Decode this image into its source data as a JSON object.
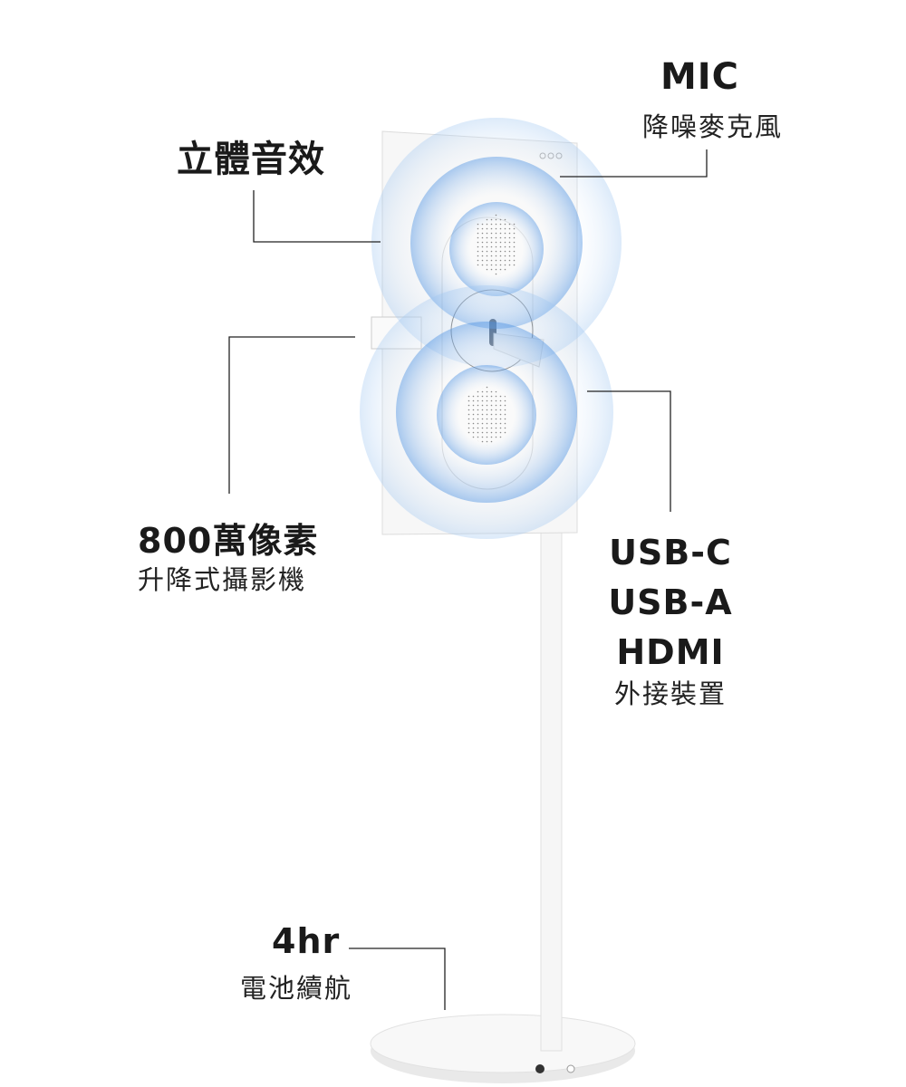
{
  "labels": {
    "stereo": {
      "title": "立體音效"
    },
    "mic": {
      "title": "MIC",
      "subtitle": "降噪麥克風"
    },
    "camera": {
      "title": "800萬像素",
      "subtitle": "升降式攝影機"
    },
    "ports": {
      "lines": [
        "USB-C",
        "USB-A",
        "HDMI"
      ],
      "subtitle": "外接裝置"
    },
    "battery": {
      "title": "4hr",
      "subtitle": "電池續航"
    }
  },
  "colors": {
    "sound_wave": "#4a90e2",
    "leader_line": "#222222"
  }
}
